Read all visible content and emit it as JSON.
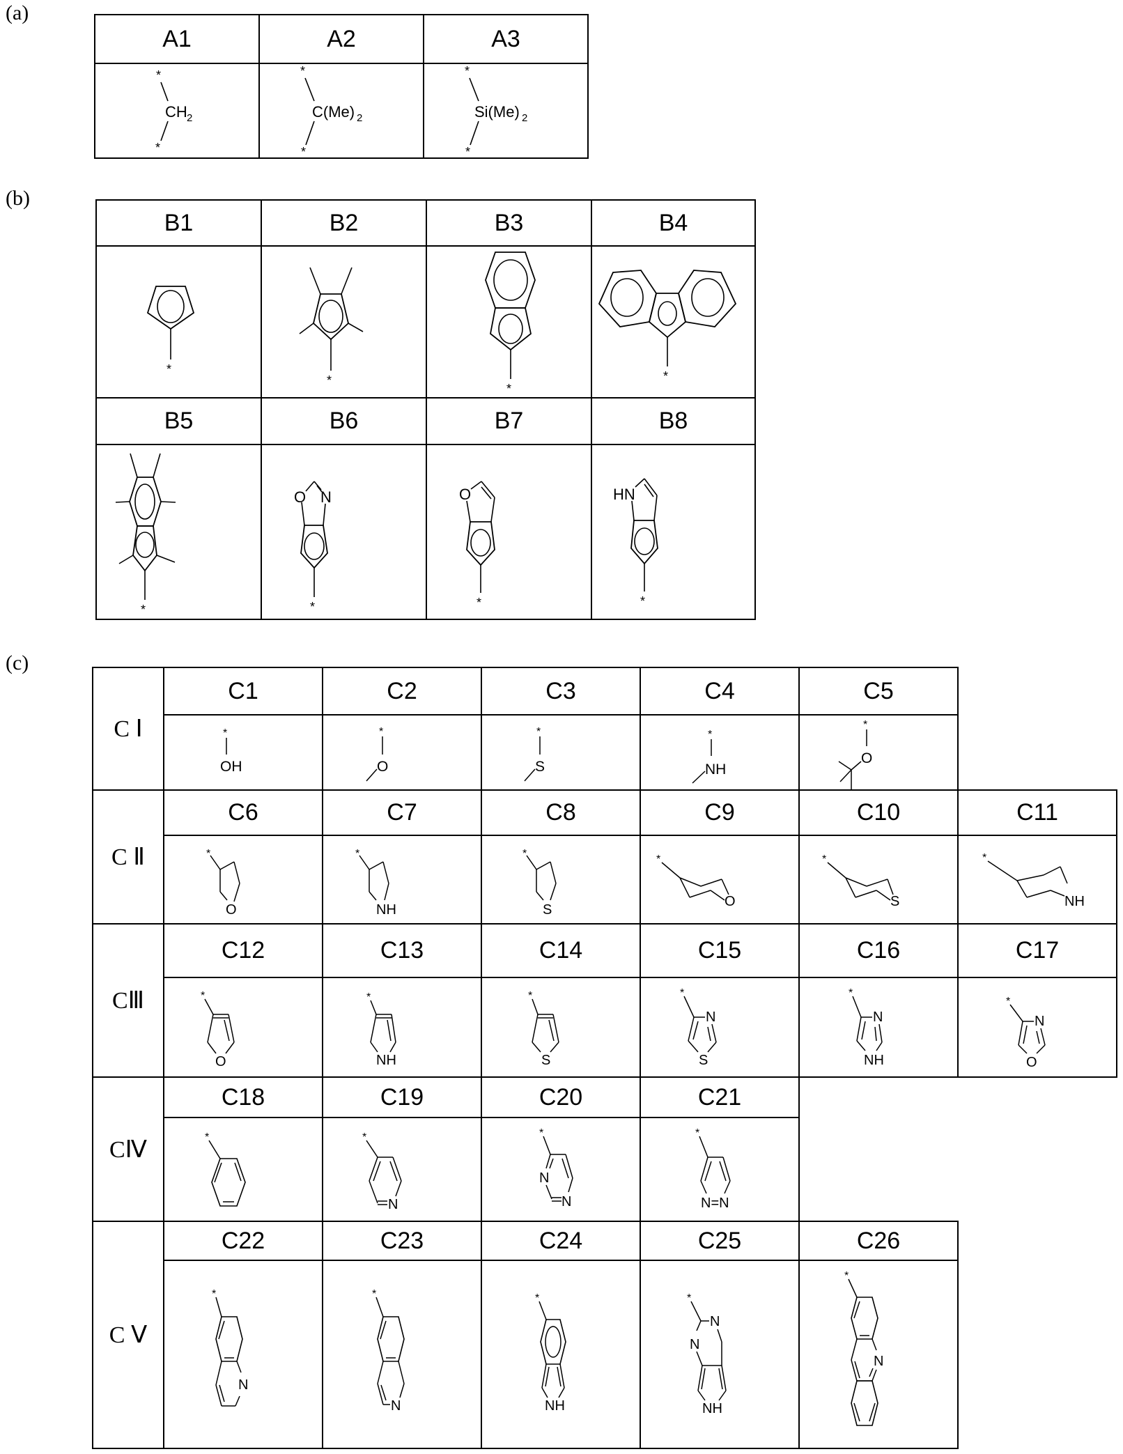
{
  "panels": {
    "a": {
      "label": "(a)"
    },
    "b": {
      "label": "(b)"
    },
    "c": {
      "label": "(c)"
    }
  },
  "table_a": {
    "headers": [
      "A1",
      "A2",
      "A3"
    ],
    "structures": [
      {
        "id": "A1",
        "group": "CH2",
        "attachments": 2
      },
      {
        "id": "A2",
        "group": "C(Me)2",
        "attachments": 2
      },
      {
        "id": "A3",
        "group": "Si(Me)2",
        "attachments": 2
      }
    ]
  },
  "table_b": {
    "headers": [
      "B1",
      "B2",
      "B3",
      "B4",
      "B5",
      "B6",
      "B7",
      "B8"
    ],
    "structures": [
      {
        "id": "B1",
        "name": "cyclopentadienyl"
      },
      {
        "id": "B2",
        "name": "tetramethylcyclopentadienyl"
      },
      {
        "id": "B3",
        "name": "indenyl"
      },
      {
        "id": "B4",
        "name": "fluorenyl"
      },
      {
        "id": "B5",
        "name": "hexamethylindenyl"
      },
      {
        "id": "B6",
        "name": "cyclopenta-oxazolyl",
        "atoms": [
          "O",
          "N"
        ]
      },
      {
        "id": "B7",
        "name": "cyclopenta-furanyl",
        "atoms": [
          "O"
        ]
      },
      {
        "id": "B8",
        "name": "cyclopenta-pyrrolyl",
        "atoms": [
          "HN"
        ]
      }
    ]
  },
  "table_c": {
    "groups": [
      {
        "label": "C Ⅰ",
        "items": [
          {
            "id": "C1",
            "atoms": [
              "OH"
            ]
          },
          {
            "id": "C2",
            "atoms": [
              "O"
            ]
          },
          {
            "id": "C3",
            "atoms": [
              "S"
            ]
          },
          {
            "id": "C4",
            "atoms": [
              "NH"
            ]
          },
          {
            "id": "C5",
            "atoms": [
              "O"
            ]
          }
        ]
      },
      {
        "label": "C Ⅱ",
        "items": [
          {
            "id": "C6",
            "atoms": [
              "O"
            ]
          },
          {
            "id": "C7",
            "atoms": [
              "NH"
            ]
          },
          {
            "id": "C8",
            "atoms": [
              "S"
            ]
          },
          {
            "id": "C9",
            "atoms": [
              "O"
            ]
          },
          {
            "id": "C10",
            "atoms": [
              "S"
            ]
          },
          {
            "id": "C11",
            "atoms": [
              "NH"
            ]
          }
        ]
      },
      {
        "label": "CⅢ",
        "items": [
          {
            "id": "C12",
            "atoms": [
              "O"
            ]
          },
          {
            "id": "C13",
            "atoms": [
              "NH"
            ]
          },
          {
            "id": "C14",
            "atoms": [
              "S"
            ]
          },
          {
            "id": "C15",
            "atoms": [
              "N",
              "S"
            ]
          },
          {
            "id": "C16",
            "atoms": [
              "N",
              "NH"
            ]
          },
          {
            "id": "C17",
            "atoms": [
              "N",
              "O"
            ]
          }
        ]
      },
      {
        "label": "CⅣ",
        "items": [
          {
            "id": "C18",
            "atoms": []
          },
          {
            "id": "C19",
            "atoms": [
              "N"
            ]
          },
          {
            "id": "C20",
            "atoms": [
              "N",
              "N"
            ]
          },
          {
            "id": "C21",
            "atoms": [
              "N=N"
            ]
          }
        ]
      },
      {
        "label": "C Ⅴ",
        "items": [
          {
            "id": "C22",
            "atoms": [
              "N"
            ]
          },
          {
            "id": "C23",
            "atoms": [
              "N"
            ]
          },
          {
            "id": "C24",
            "atoms": [
              "NH"
            ]
          },
          {
            "id": "C25",
            "atoms": [
              "N",
              "N",
              "NH"
            ]
          },
          {
            "id": "C26",
            "atoms": [
              "N"
            ]
          }
        ]
      }
    ]
  },
  "marker": "*"
}
